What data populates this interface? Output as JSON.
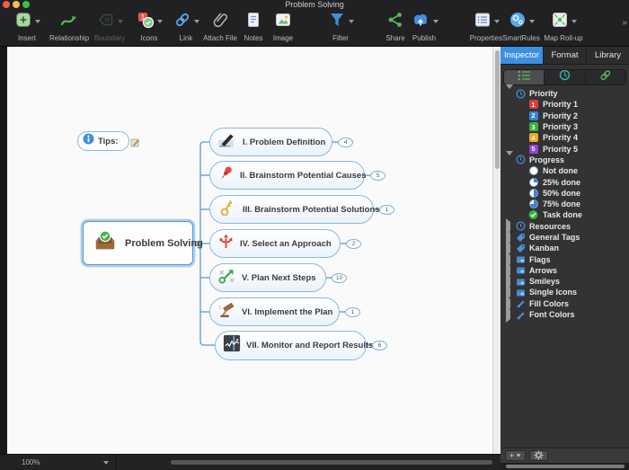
{
  "window": {
    "title": "Problem Solving"
  },
  "toolbar": {
    "items": [
      {
        "label": "Insert"
      },
      {
        "label": "Relationship"
      },
      {
        "label": "Boundary"
      },
      {
        "label": "Icons"
      },
      {
        "label": "Link"
      },
      {
        "label": "Attach File"
      },
      {
        "label": "Notes"
      },
      {
        "label": "Image"
      },
      {
        "label": "Filter"
      },
      {
        "label": "Share"
      },
      {
        "label": "Publish"
      },
      {
        "label": "Properties"
      },
      {
        "label": "SmartRules"
      },
      {
        "label": "Map Roll-up"
      }
    ],
    "overflow_indicator": "»"
  },
  "canvas": {
    "floating_topic": {
      "label": "Tips:"
    },
    "central_topic": {
      "label": "Problem Solving"
    },
    "subtopics": [
      {
        "label": "I.  Problem Definition",
        "icon": "pen-icon",
        "badge": "4"
      },
      {
        "label": "II.  Brainstorm Potential Causes",
        "icon": "pushpin-icon",
        "badge": "5"
      },
      {
        "label": "III.  Brainstorm Potential Solutions",
        "icon": "key-icon",
        "badge": "1"
      },
      {
        "label": "IV.  Select an Approach",
        "icon": "crossroads-icon",
        "badge": "2"
      },
      {
        "label": "V.  Plan Next Steps",
        "icon": "growth-arrow-icon",
        "badge": "10"
      },
      {
        "label": "VI.  Implement the Plan",
        "icon": "gavel-icon",
        "badge": "1"
      },
      {
        "label": "VII.  Monitor and Report Results",
        "icon": "monitor-chart-icon",
        "badge": "6"
      }
    ]
  },
  "inspector": {
    "tabs": [
      {
        "label": "Inspector"
      },
      {
        "label": "Format"
      },
      {
        "label": "Library"
      }
    ],
    "active_tab": "Inspector",
    "tree": {
      "groups": [
        {
          "label": "Priority",
          "icon": "clock-icon",
          "expanded": true,
          "children": [
            {
              "label": "Priority 1",
              "num": "1",
              "color": "#e03a3a"
            },
            {
              "label": "Priority 2",
              "num": "2",
              "color": "#2f86e0"
            },
            {
              "label": "Priority 3",
              "num": "3",
              "color": "#3fae3f"
            },
            {
              "label": "Priority 4",
              "num": "4",
              "color": "#f5a623"
            },
            {
              "label": "Priority 5",
              "num": "5",
              "color": "#8e44d8"
            }
          ]
        },
        {
          "label": "Progress",
          "icon": "clock-icon",
          "expanded": true,
          "children": [
            {
              "label": "Not done",
              "percent": 0
            },
            {
              "label": "25% done",
              "percent": 25
            },
            {
              "label": "50% done",
              "percent": 50
            },
            {
              "label": "75% done",
              "percent": 75
            },
            {
              "label": "Task done",
              "percent": 100
            }
          ]
        },
        {
          "label": "Resources",
          "icon": "clock-icon",
          "expanded": false
        },
        {
          "label": "General Tags",
          "icon": "tag-icon",
          "expanded": false
        },
        {
          "label": "Kanban",
          "icon": "tag-icon",
          "expanded": false
        },
        {
          "label": "Flags",
          "icon": "box-icon",
          "expanded": false
        },
        {
          "label": "Arrows",
          "icon": "box-icon",
          "expanded": false
        },
        {
          "label": "Smileys",
          "icon": "box-icon",
          "expanded": false
        },
        {
          "label": "Single Icons",
          "icon": "box-icon",
          "expanded": false
        },
        {
          "label": "Fill Colors",
          "icon": "brush-icon",
          "expanded": false
        },
        {
          "label": "Font Colors",
          "icon": "brush-icon",
          "expanded": false
        }
      ]
    },
    "footer": {
      "add_label": "+"
    }
  },
  "statusbar": {
    "zoom_level": "100%"
  },
  "colors": {
    "accent_blue": "#3d8fe2",
    "branch_line": "#5b9bd0",
    "progress_blue": "#2f86e0",
    "task_done_green": "#35b73a",
    "priority": [
      "#e03a3a",
      "#2f86e0",
      "#3fae3f",
      "#f5a623",
      "#8e44d8"
    ]
  }
}
